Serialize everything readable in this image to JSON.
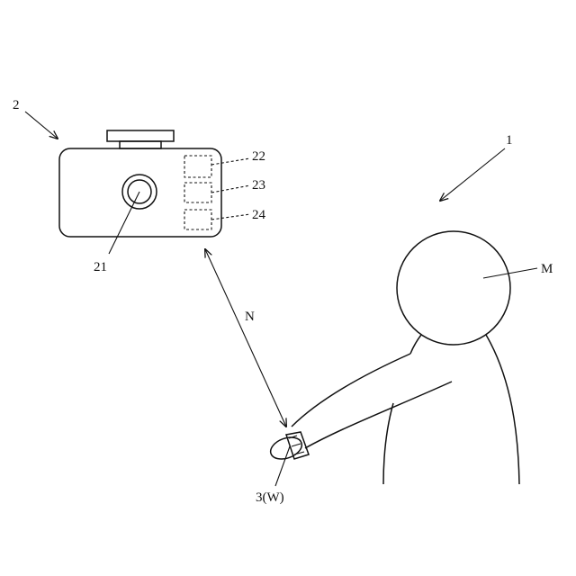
{
  "figure": {
    "labels": {
      "system": "1",
      "camera": "2",
      "wearable": "3(W)",
      "lens": "21",
      "unit_a": "22",
      "unit_b": "23",
      "unit_c": "24",
      "person": "M",
      "distance": "N"
    }
  }
}
